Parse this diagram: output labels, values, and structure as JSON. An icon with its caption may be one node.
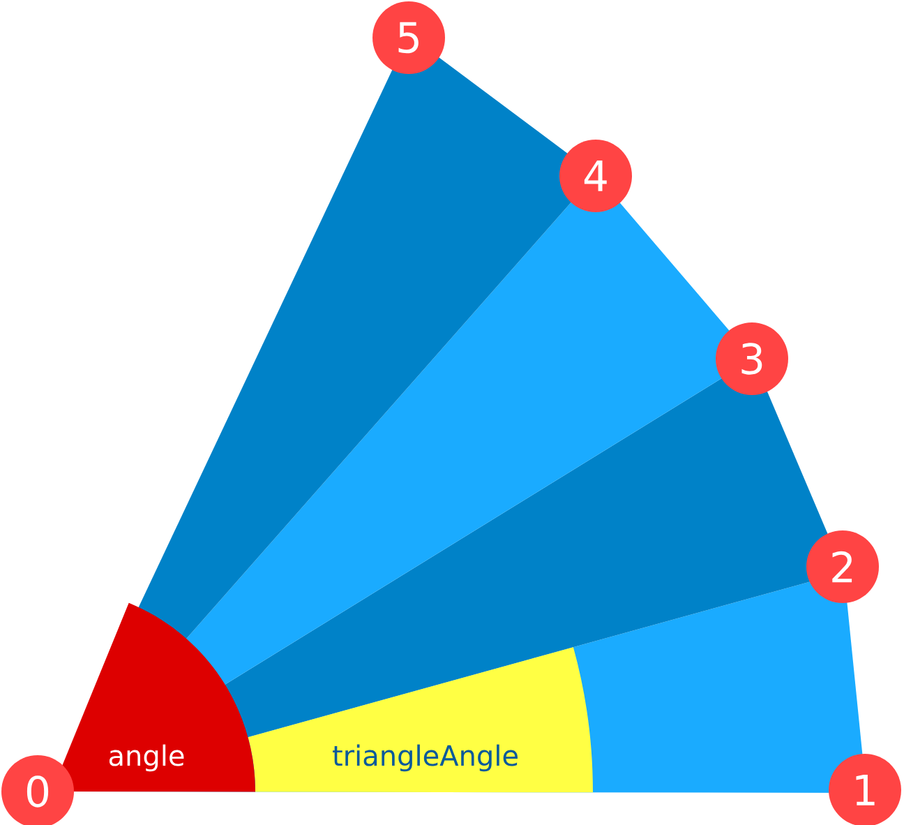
{
  "diagram": {
    "nodes": [
      {
        "text": [
          "0"
        ]
      },
      {
        "text": [
          "1"
        ]
      },
      {
        "text": [
          "2"
        ]
      },
      {
        "text": [
          "3"
        ]
      },
      {
        "text": [
          "4"
        ]
      },
      {
        "text": [
          "5"
        ]
      }
    ],
    "labels": [
      "angle",
      "triangleAngle"
    ]
  }
}
